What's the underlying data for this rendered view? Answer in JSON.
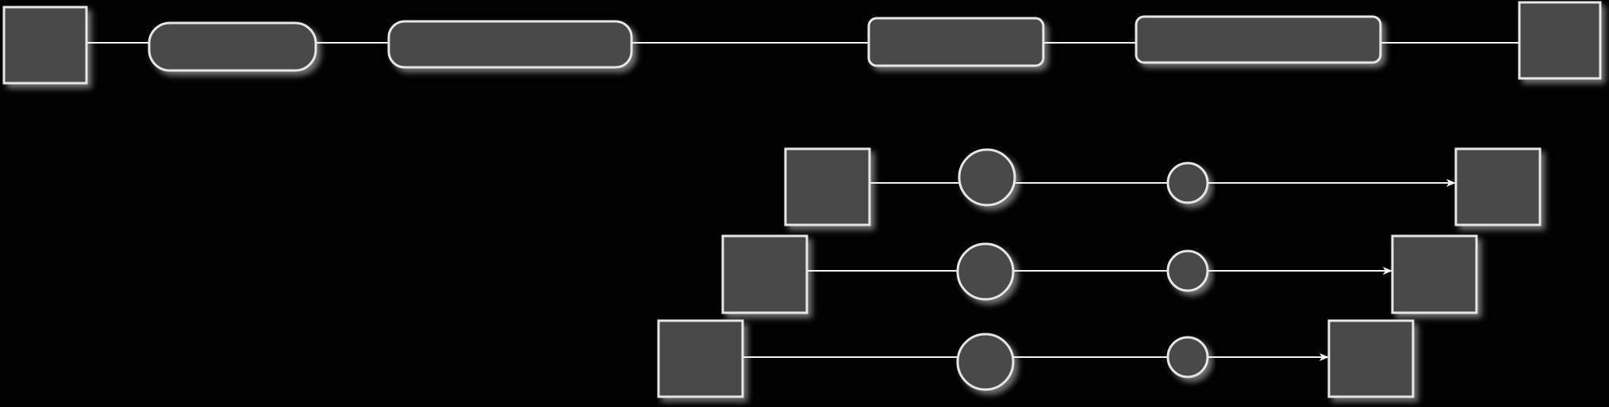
{
  "diagram": {
    "colors": {
      "background": "#000000",
      "node_fill": "#484848",
      "node_stroke": "#e6e6e6",
      "edge": "#f2f2f2",
      "shadow": "#ffffff"
    },
    "top_row": {
      "nodes": [
        {
          "id": "top-start",
          "shape": "square"
        },
        {
          "id": "top-pill-1",
          "shape": "pill"
        },
        {
          "id": "top-pill-2",
          "shape": "pill"
        },
        {
          "id": "top-block-3",
          "shape": "rounded-rect"
        },
        {
          "id": "top-block-4",
          "shape": "rounded-rect"
        },
        {
          "id": "top-end",
          "shape": "square"
        }
      ],
      "edges": [
        {
          "from": "top-start",
          "to": "top-pill-1"
        },
        {
          "from": "top-pill-1",
          "to": "top-pill-2"
        },
        {
          "from": "top-pill-2",
          "to": "top-block-3"
        },
        {
          "from": "top-block-3",
          "to": "top-block-4"
        },
        {
          "from": "top-block-4",
          "to": "top-end"
        }
      ]
    },
    "chains": [
      {
        "id": "chain-1",
        "nodes": [
          {
            "id": "chain-1-source",
            "shape": "square"
          },
          {
            "id": "chain-1-large-circle",
            "shape": "circle"
          },
          {
            "id": "chain-1-small-circle",
            "shape": "circle"
          },
          {
            "id": "chain-1-target",
            "shape": "square"
          }
        ],
        "edges": [
          {
            "from": "chain-1-source",
            "to": "chain-1-large-circle",
            "arrow": false
          },
          {
            "from": "chain-1-large-circle",
            "to": "chain-1-small-circle",
            "arrow": false
          },
          {
            "from": "chain-1-small-circle",
            "to": "chain-1-target",
            "arrow": true
          }
        ]
      },
      {
        "id": "chain-2",
        "nodes": [
          {
            "id": "chain-2-source",
            "shape": "square"
          },
          {
            "id": "chain-2-large-circle",
            "shape": "circle"
          },
          {
            "id": "chain-2-small-circle",
            "shape": "circle"
          },
          {
            "id": "chain-2-target",
            "shape": "square"
          }
        ],
        "edges": [
          {
            "from": "chain-2-source",
            "to": "chain-2-large-circle",
            "arrow": false
          },
          {
            "from": "chain-2-large-circle",
            "to": "chain-2-small-circle",
            "arrow": false
          },
          {
            "from": "chain-2-small-circle",
            "to": "chain-2-target",
            "arrow": true
          }
        ]
      },
      {
        "id": "chain-3",
        "nodes": [
          {
            "id": "chain-3-source",
            "shape": "square"
          },
          {
            "id": "chain-3-large-circle",
            "shape": "circle"
          },
          {
            "id": "chain-3-small-circle",
            "shape": "circle"
          },
          {
            "id": "chain-3-target",
            "shape": "square"
          }
        ],
        "edges": [
          {
            "from": "chain-3-source",
            "to": "chain-3-large-circle",
            "arrow": false
          },
          {
            "from": "chain-3-large-circle",
            "to": "chain-3-small-circle",
            "arrow": false
          },
          {
            "from": "chain-3-small-circle",
            "to": "chain-3-target",
            "arrow": true
          }
        ]
      }
    ]
  }
}
